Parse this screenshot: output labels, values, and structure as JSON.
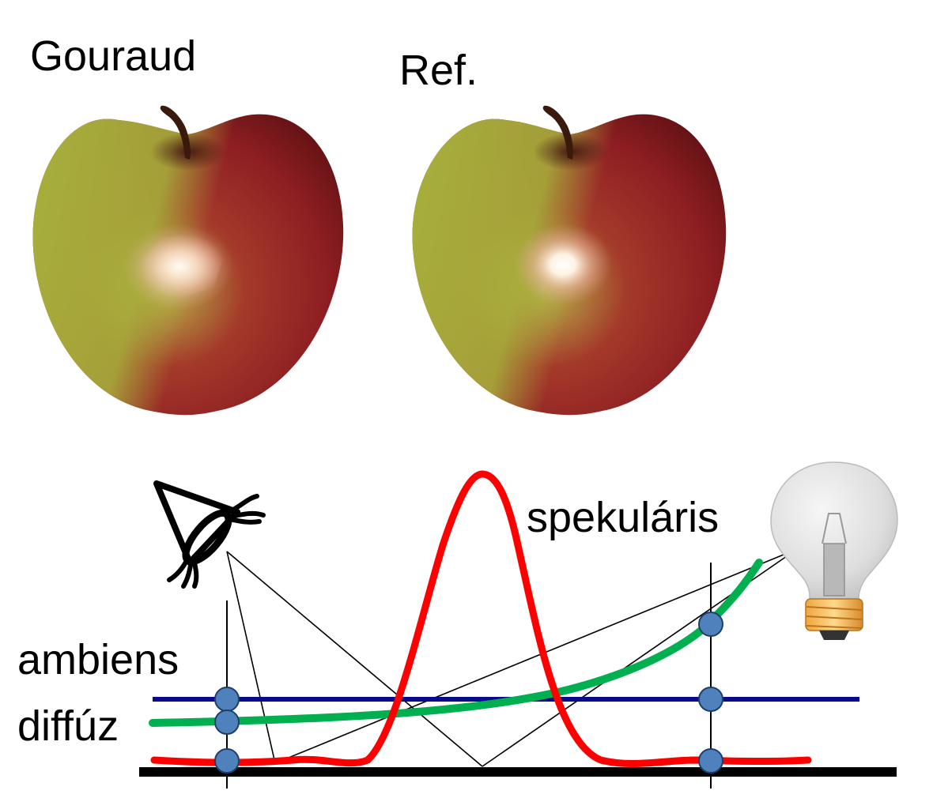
{
  "labels": {
    "gouraud": "Gouraud",
    "reference": "Ref.",
    "specular": "spekuláris",
    "ambient": "ambiens",
    "diffuse": "diffúz"
  },
  "colors": {
    "apple_red": "#8e1e22",
    "apple_green": "#a9b33c",
    "highlight": "#fff6e6",
    "ambient_line": "#0a0a8c",
    "diffuse_curve": "#00b050",
    "specular_curve": "#ff0000",
    "sample_point": "#4f81bd",
    "surface": "#000000"
  },
  "icons": {
    "viewer": "eye-icon",
    "light": "light-bulb-icon",
    "apple": "apple-icon"
  }
}
